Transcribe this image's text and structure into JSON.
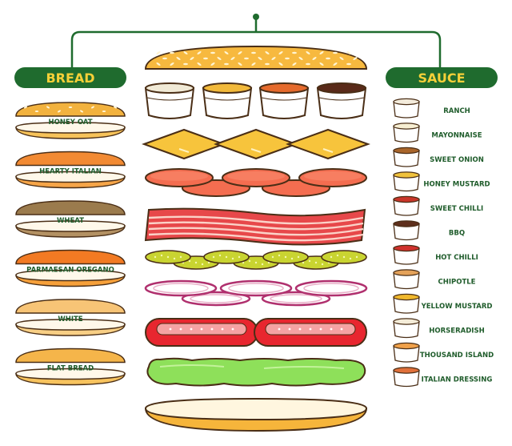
{
  "headers": {
    "bread": "BREAD",
    "sauce": "SAUCE"
  },
  "breads": [
    {
      "label": "HONEY OAT",
      "top": "#f2b23e",
      "bottom": "#f7c35a",
      "seeds": true
    },
    {
      "label": "HEARTY ITALIAN",
      "top": "#f28a33",
      "bottom": "#f6a548",
      "seeds": false
    },
    {
      "label": "WHEAT",
      "top": "#9b7b4d",
      "bottom": "#b39163",
      "seeds": false
    },
    {
      "label": "PARMAESAN OREGANO",
      "top": "#f27a23",
      "bottom": "#f6a03a",
      "seeds": false
    },
    {
      "label": "WHITE",
      "top": "#f7c476",
      "bottom": "#f8cf85",
      "seeds": false
    },
    {
      "label": "FLAT BREAD",
      "top": "#f5b54a",
      "bottom": "#f7c35e",
      "seeds": false
    }
  ],
  "sauces": [
    {
      "label": "RANCH",
      "color": "#f4ecdc"
    },
    {
      "label": "MAYONNAISE",
      "color": "#f6eed2"
    },
    {
      "label": "SWEET ONION",
      "color": "#a9652a"
    },
    {
      "label": "HONEY MUSTARD",
      "color": "#f0c23c"
    },
    {
      "label": "SWEET CHILLI",
      "color": "#c9362a"
    },
    {
      "label": "BBQ",
      "color": "#5e2f1c"
    },
    {
      "label": "HOT CHILLI",
      "color": "#d0312d"
    },
    {
      "label": "CHIPOTLE",
      "color": "#e4a25a"
    },
    {
      "label": "YELLOW MUSTARD",
      "color": "#f0b82c"
    },
    {
      "label": "HORSERADISH",
      "color": "#f4ecd8"
    },
    {
      "label": "THOUSAND ISLAND",
      "color": "#f0a14a"
    },
    {
      "label": "ITALIAN DRESSING",
      "color": "#e0703a"
    }
  ],
  "center_sauce_colors": [
    "#f1ead6",
    "#f2b93a",
    "#e56a2c",
    "#5a2a19"
  ],
  "colors": {
    "accent": "#1f6b2e",
    "header_text": "#f6d038",
    "outline": "#4a2e16"
  }
}
